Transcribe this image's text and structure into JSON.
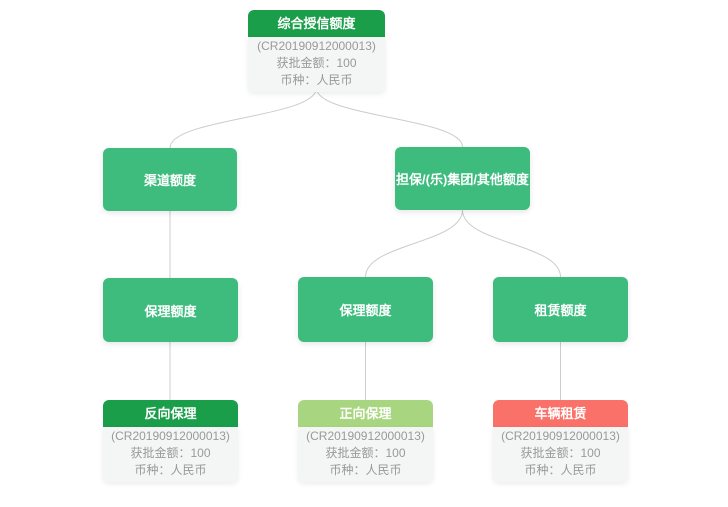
{
  "diagram": {
    "kind": "credit-limit-tree",
    "colors": {
      "dark_green": "#1a9e4a",
      "mid_green": "#3dbc7e",
      "light_green": "#a8d680",
      "red": "#f97168",
      "node_body_bg": "#f4f5f5",
      "body_text": "#999999",
      "connector": "#cccccc"
    },
    "nodes": {
      "root": {
        "title": "综合授信额度",
        "code": "(CR20190912000013)",
        "amount": "获批金额：100",
        "currency": "币种：人民币"
      },
      "channel": {
        "title": "渠道额度"
      },
      "guarantee": {
        "title": "担保/(乐)集团/其他额度"
      },
      "factoring_left": {
        "title": "保理额度"
      },
      "factoring_mid": {
        "title": "保理额度"
      },
      "leasing": {
        "title": "租赁额度"
      },
      "reverse_factoring": {
        "title": "反向保理",
        "code": "(CR20190912000013)",
        "amount": "获批金额：100",
        "currency": "币种：人民币"
      },
      "forward_factoring": {
        "title": "正向保理",
        "code": "(CR20190912000013)",
        "amount": "获批金额：100",
        "currency": "币种：人民币"
      },
      "vehicle_leasing": {
        "title": "车辆租赁",
        "code": "(CR20190912000013)",
        "amount": "获批金额：100",
        "currency": "币种：人民币"
      }
    }
  }
}
